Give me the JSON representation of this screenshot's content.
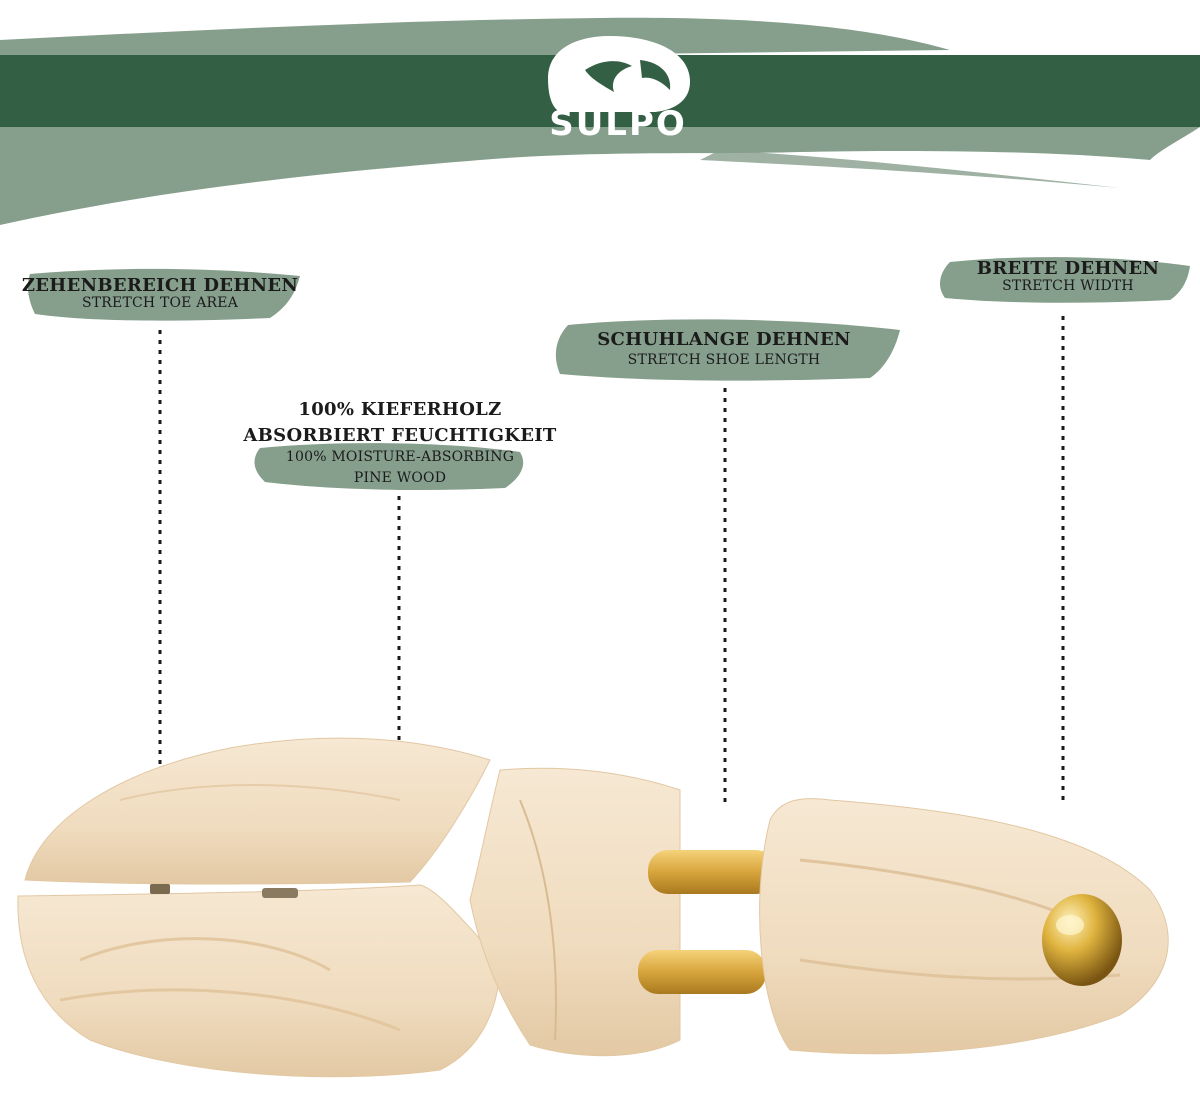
{
  "brand": {
    "name": "SULPO",
    "logo_icon": "sulpo-shoe-logo-icon"
  },
  "colors": {
    "band_dark": "#335f45",
    "brush_light": "#869e8c",
    "wood_light": "#f3e2c9",
    "wood_shade": "#e6cba8",
    "brass": "#d8a53c"
  },
  "features": [
    {
      "title": "ZEHENBEREICH DEHNEN",
      "subtitle": "STRETCH TOE AREA"
    },
    {
      "title_line1": "100% KIEFERHOLZ",
      "title_line2": "ABSORBIERT FEUCHTIGKEIT",
      "subtitle_line1": "100% MOISTURE-ABSORBING",
      "subtitle_line2": "PINE WOOD"
    },
    {
      "title": "SCHUHLANGE DEHNEN",
      "subtitle": "STRETCH SHOE LENGTH"
    },
    {
      "title": "BREITE DEHNEN",
      "subtitle": "STRETCH WIDTH"
    }
  ],
  "product": {
    "illustration_icon": "wooden-shoe-tree-icon"
  }
}
